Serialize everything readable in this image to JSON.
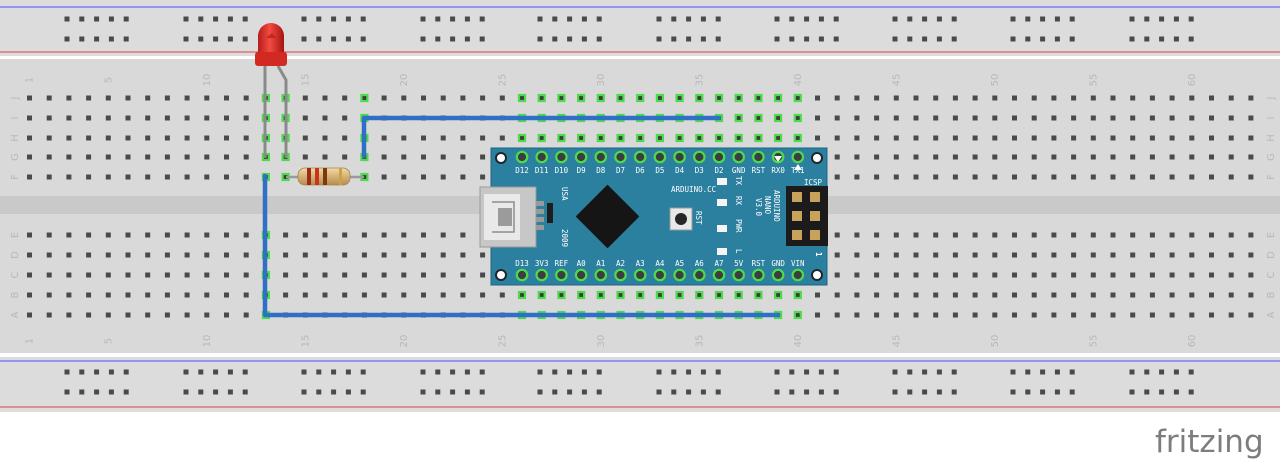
{
  "columns": [
    "1",
    "5",
    "10",
    "15",
    "20",
    "25",
    "30",
    "35",
    "40",
    "45",
    "50",
    "55",
    "60"
  ],
  "rows_top": [
    "J",
    "I",
    "H",
    "G",
    "F"
  ],
  "rows_bottom": [
    "E",
    "D",
    "C",
    "B",
    "A"
  ],
  "board": {
    "pins_top": [
      "D12",
      "D11",
      "D10",
      "D9",
      "D8",
      "D7",
      "D6",
      "D5",
      "D4",
      "D3",
      "D2",
      "GND",
      "RST",
      "RX0",
      "TX1"
    ],
    "pins_bottom": [
      "D13",
      "3V3",
      "REF",
      "A0",
      "A1",
      "A2",
      "A3",
      "A4",
      "A5",
      "A6",
      "A7",
      "5V",
      "RST",
      "GND",
      "VIN"
    ],
    "brand": "ARDUINO.CC",
    "model": [
      "ARDUINO",
      "NANO",
      "V3.0"
    ],
    "country": "USA",
    "year": "2009",
    "rst_button": "RST",
    "led_labels": [
      "TX",
      "RX",
      "PWR",
      "L"
    ],
    "icsp": "ICSP",
    "pin1": "1",
    "teal": "#2b7f9f"
  },
  "wire_color": "#2f6fc5",
  "led_color": "#e8322c",
  "logo": "fritzing"
}
